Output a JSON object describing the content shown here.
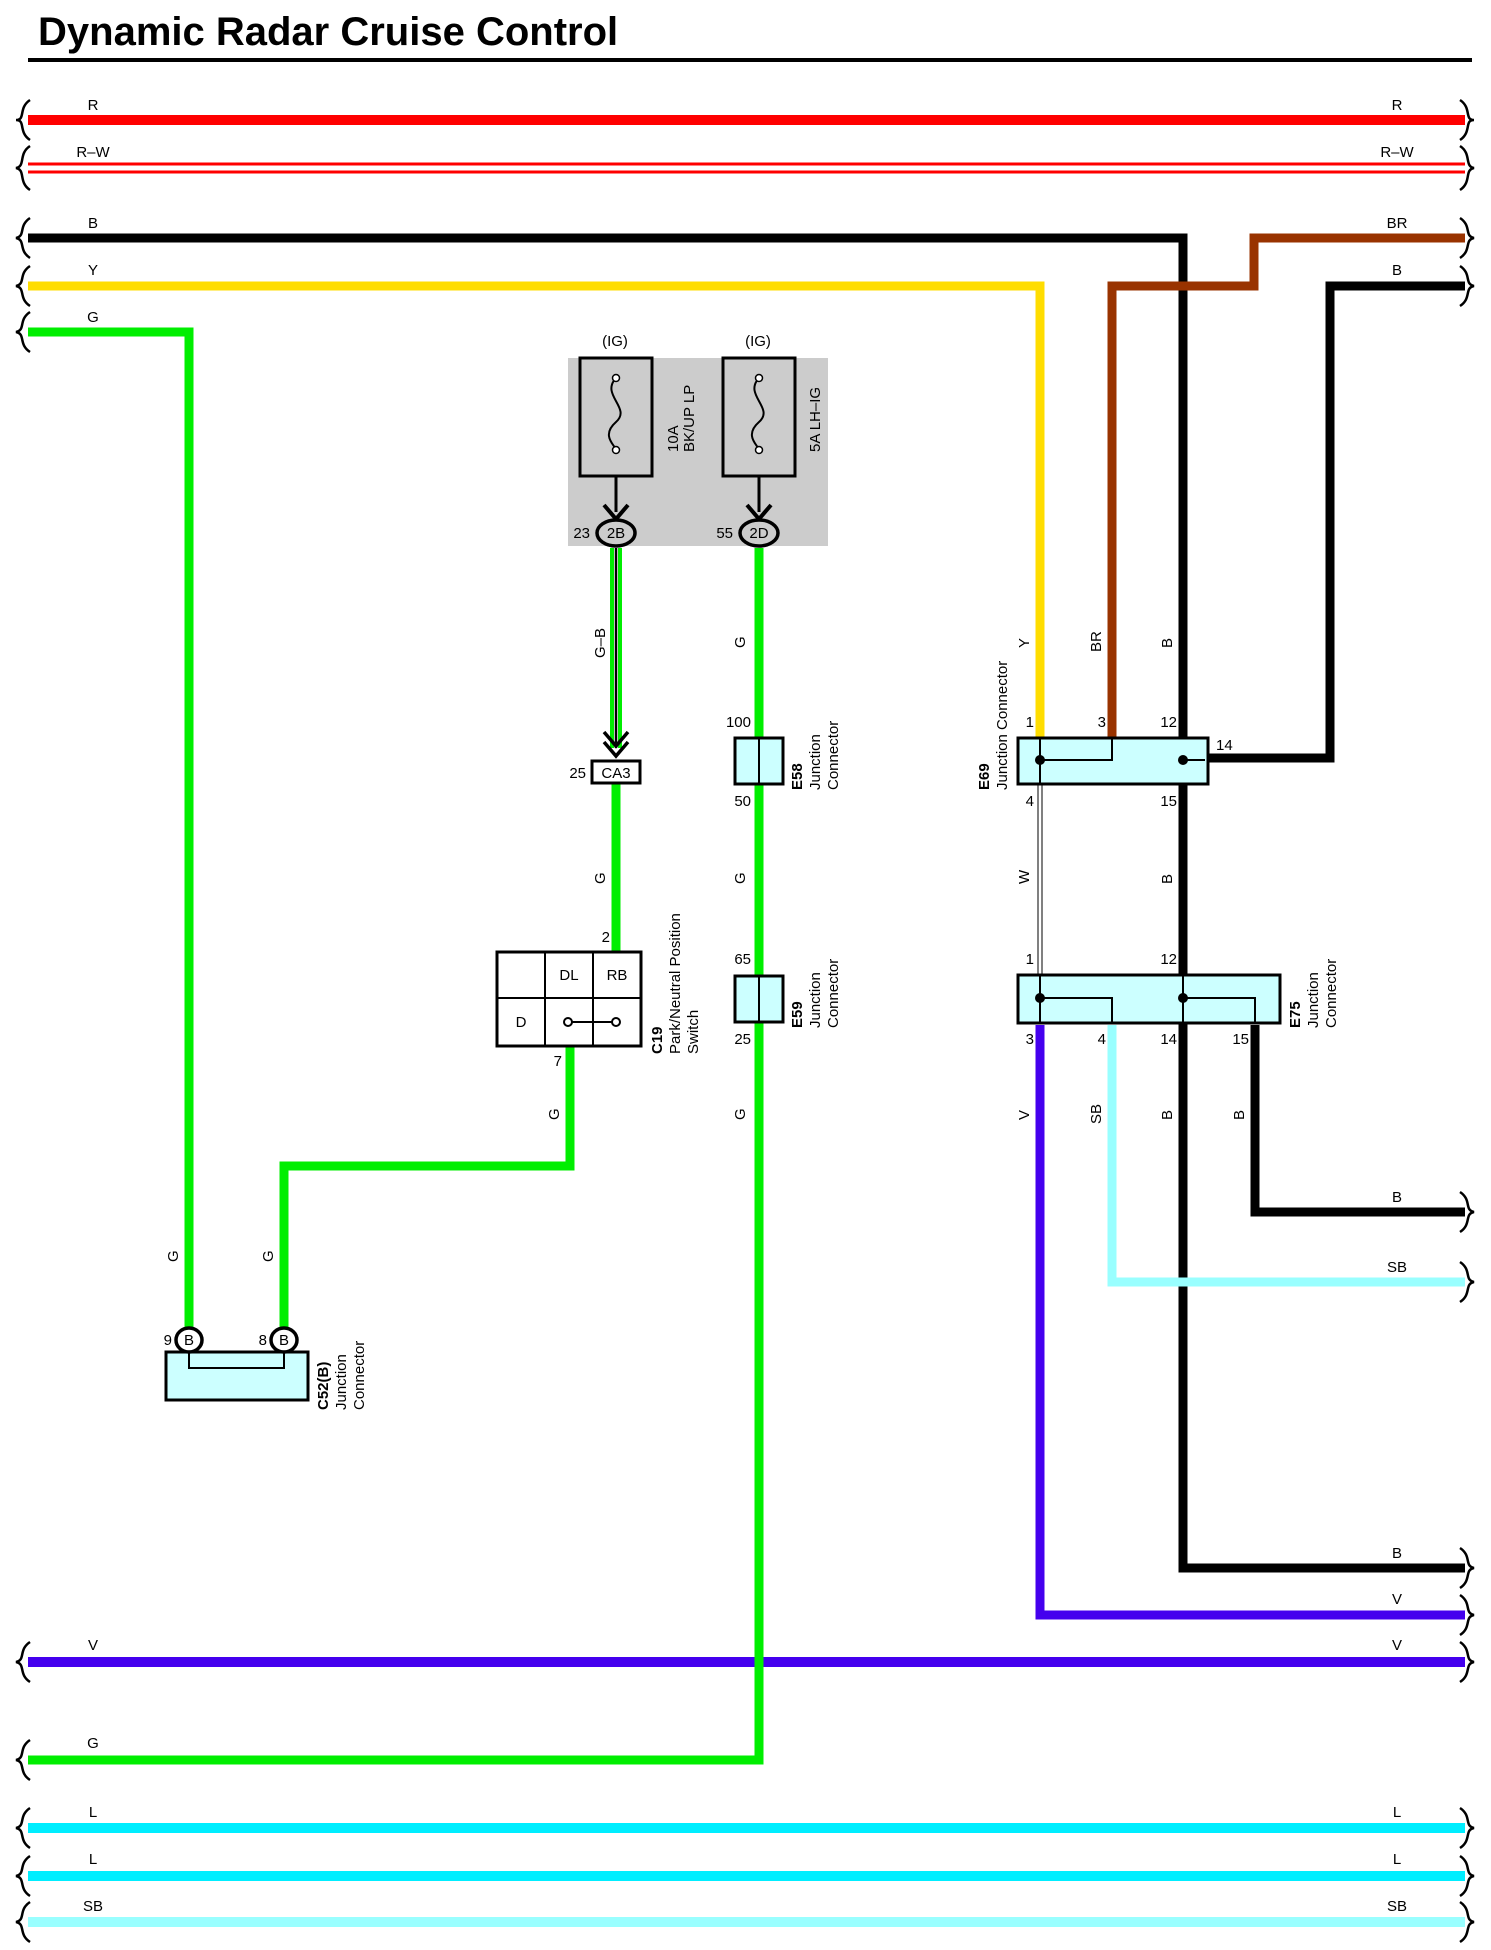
{
  "title": "Dynamic Radar Cruise Control",
  "colors": {
    "R": "#ff0000",
    "B": "#000000",
    "Y": "#ffdd00",
    "G": "#00ee00",
    "BR": "#993300",
    "V": "#4400ee",
    "L": "#00eeff",
    "SB": "#99ffff",
    "W": "#ffffff",
    "connector_fill": "#ccffff",
    "fuse_box": "#cccccc"
  },
  "wire_labels": {
    "r": "R",
    "rw": "R–W",
    "b": "B",
    "y": "Y",
    "g": "G",
    "br": "BR",
    "v": "V",
    "l": "L",
    "sb": "SB",
    "w": "W",
    "gb": "G–B"
  },
  "fuses": {
    "bkup": {
      "source": "(IG)",
      "rating": "10A",
      "name": "BK/UP LP",
      "pin": "23",
      "conn": "2B"
    },
    "lhig": {
      "source": "(IG)",
      "rating": "5A",
      "name": "LH–IG",
      "pin": "55",
      "conn": "2D"
    }
  },
  "ca3": {
    "pin": "25",
    "name": "CA3"
  },
  "c19": {
    "id": "C19",
    "name1": "Park/Neutral Position",
    "name2": "Switch",
    "pin_in": "2",
    "pin_out": "7",
    "cells": [
      "DL",
      "RB",
      "D"
    ]
  },
  "c52": {
    "id": "C52(B)",
    "name1": "Junction",
    "name2": "Connector",
    "pins": [
      "9",
      "8"
    ],
    "conn": "B"
  },
  "e58": {
    "id": "E58",
    "name1": "Junction",
    "name2": "Connector",
    "pin_top": "100",
    "pin_bottom": "50"
  },
  "e59": {
    "id": "E59",
    "name1": "Junction",
    "name2": "Connector",
    "pin_top": "65",
    "pin_bottom": "25"
  },
  "e69": {
    "id": "E69",
    "name": "Junction Connector",
    "pins_top": [
      "1",
      "3",
      "12"
    ],
    "pin_right": "14",
    "pins_bottom": [
      "4",
      "15"
    ]
  },
  "e75": {
    "id": "E75",
    "name1": "Junction",
    "name2": "Connector",
    "pins_top": [
      "1",
      "12"
    ],
    "pins_bottom": [
      "3",
      "4",
      "14",
      "15"
    ]
  }
}
